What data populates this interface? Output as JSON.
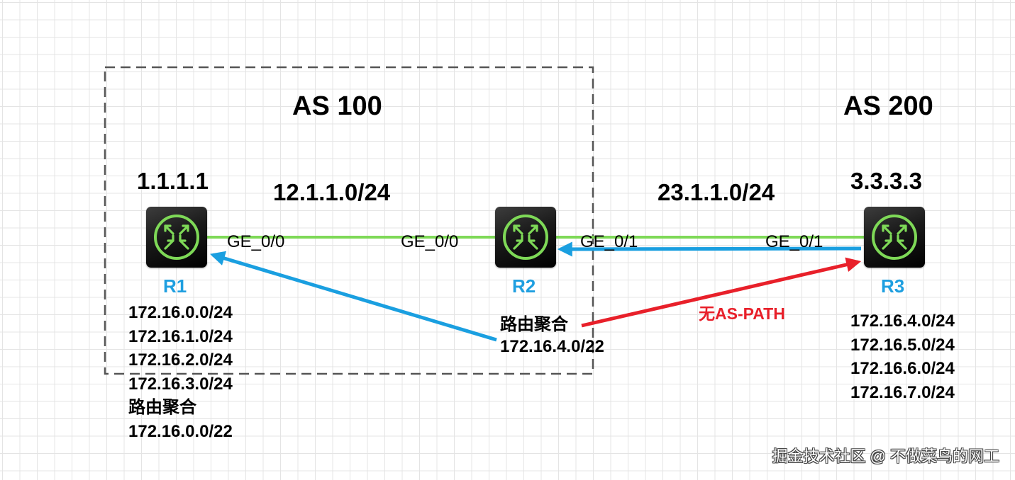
{
  "as_domains": [
    {
      "label": "AS 100"
    },
    {
      "label": "AS 200"
    }
  ],
  "networks": [
    {
      "label": "12.1.1.0/24"
    },
    {
      "label": "23.1.1.0/24"
    }
  ],
  "routers": [
    {
      "name": "R1",
      "router_id": "1.1.1.1",
      "prefixes": [
        "172.16.0.0/24",
        "172.16.1.0/24",
        "172.16.2.0/24",
        "172.16.3.0/24"
      ],
      "summary_label": "路由聚合",
      "summary_prefix": "172.16.0.0/22"
    },
    {
      "name": "R2",
      "summary_label": "路由聚合",
      "summary_prefix": "172.16.4.0/22"
    },
    {
      "name": "R3",
      "router_id": "3.3.3.3",
      "prefixes": [
        "172.16.4.0/24",
        "172.16.5.0/24",
        "172.16.6.0/24",
        "172.16.7.0/24"
      ]
    }
  ],
  "interfaces": {
    "r1_left": "GE_0/0",
    "r2_left": "GE_0/0",
    "r2_right": "GE_0/1",
    "r3_right": "GE_0/1"
  },
  "annotations": {
    "no_as_path": "无AS-PATH"
  },
  "watermark": "掘金技术社区 @ 不做菜鸟的网工",
  "colors": {
    "link": "#7ed957",
    "blue_arrow": "#1a9fe0",
    "red_arrow": "#e8202a",
    "router_label": "#1f9fe0",
    "router_icon": "#7ed957",
    "as_boundary": "#555555"
  },
  "icons": {
    "router": "router-icon"
  }
}
